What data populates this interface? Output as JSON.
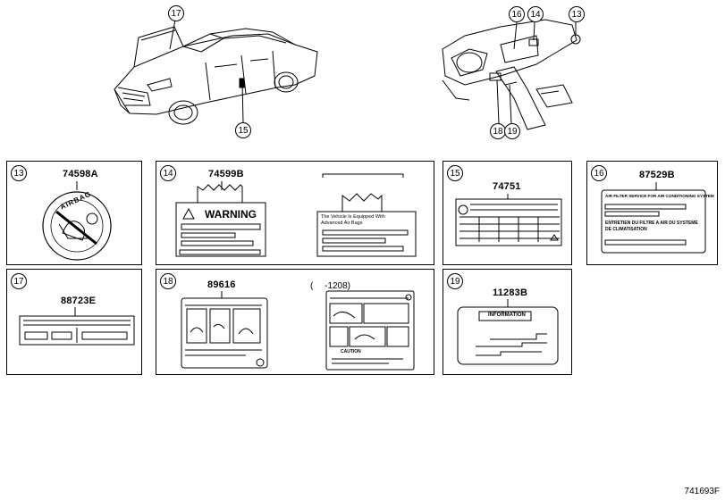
{
  "callouts": {
    "c13": "13",
    "c14": "14",
    "c15": "15",
    "c16": "16",
    "c17": "17",
    "c18": "18",
    "c19": "19"
  },
  "panels": {
    "p13": {
      "ref": "13",
      "part_no": "74598A",
      "label_text": "AIRBAG"
    },
    "p14": {
      "ref": "14",
      "part_no": "74599B",
      "warning_text": "WARNING",
      "alt_text_1": "The Vehicle Is Equipped With",
      "alt_text_2": "Advanced Air Bags"
    },
    "p15": {
      "ref": "15",
      "part_no": "74751"
    },
    "p16": {
      "ref": "16",
      "part_no": "87529B",
      "line1": "AIR FILTER SERVICE FOR AIR CONDITIONING SYSTEM",
      "line2": "ENTRETIEN DU FILTRE A AIR DU SYSTEME",
      "line3": "DE CLIMATISATION"
    },
    "p17": {
      "ref": "17",
      "part_no": "88723E"
    },
    "p18": {
      "ref": "18",
      "part_no": "89616",
      "variant": "(　 -1208)",
      "caution": "CAUTION"
    },
    "p19": {
      "ref": "19",
      "part_no": "11283B",
      "info": "INFORMATION"
    }
  },
  "figure_id": "741693F"
}
